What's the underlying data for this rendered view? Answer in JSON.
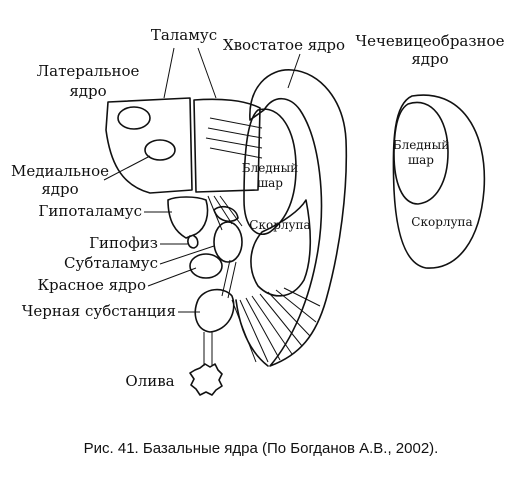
{
  "labels": {
    "thalamus": "Таламус",
    "caudate": "Хвостатое ядро",
    "lentiform_1": "Чечевицеобразное",
    "lentiform_2": "ядро",
    "lateral_1": "Латеральное",
    "lateral_2": "ядро",
    "medial_1": "Медиальное",
    "medial_2": "ядро",
    "hypothalamus": "Гипоталамус",
    "hypophysis": "Гипофиз",
    "subthalamus": "Субталамус",
    "red_nucleus": "Красное ядро",
    "substantia_nigra": "Черная субстанция",
    "olive": "Олива",
    "globus_1": "Бледный",
    "globus_2": "шар",
    "putamen": "Скорлупа",
    "globus_r_1": "Бледный",
    "globus_r_2": "шар",
    "putamen_r": "Скорлупа"
  },
  "caption": "Рис. 41. Базальные ядра (По Богданов А.В., 2002)."
}
